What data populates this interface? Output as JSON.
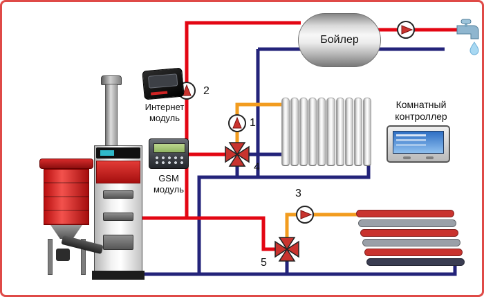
{
  "colors": {
    "supply": "#e30613",
    "return": "#23237a",
    "mixed": "#f29c1f",
    "accent": "#c9332e",
    "frame": "#df4a47"
  },
  "tank": {
    "label": "Бойлер"
  },
  "modules": {
    "internet_label": "Интернет модуль",
    "gsm_label": "GSM модуль"
  },
  "controller": {
    "label": "Комнатный контроллер"
  },
  "markers": {
    "pump1": "1",
    "pump2": "2",
    "pump3": "3",
    "valve4": "4",
    "valve5": "5"
  }
}
